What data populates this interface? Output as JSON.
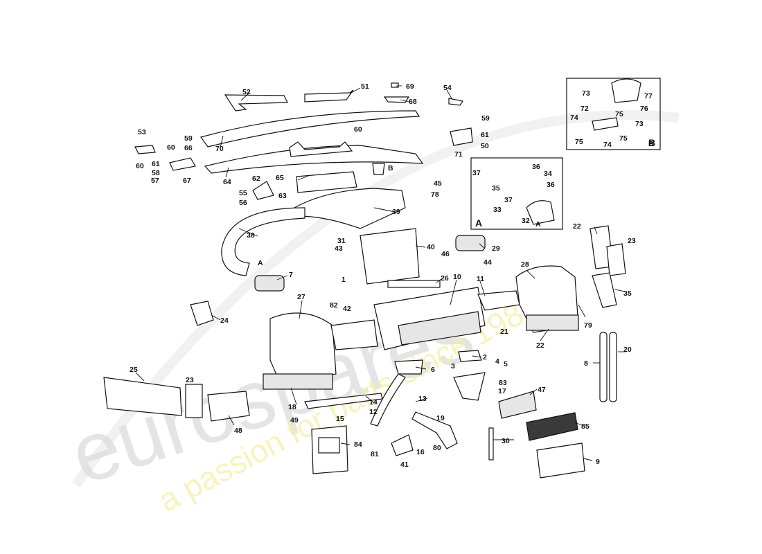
{
  "watermark": {
    "brand": "eurospares",
    "tagline": "a passion for parts since 1985"
  },
  "insets": [
    {
      "id": "A",
      "label": "A"
    },
    {
      "id": "B",
      "label": "B"
    }
  ],
  "callouts": [
    "52",
    "51",
    "69",
    "54",
    "68",
    "59",
    "53",
    "59",
    "60",
    "66",
    "60",
    "61",
    "57",
    "67",
    "70",
    "60",
    "61",
    "58",
    "50",
    "71",
    "64",
    "65",
    "62",
    "63",
    "B",
    "55",
    "56",
    "45",
    "78",
    "38",
    "39",
    "31",
    "43",
    "40",
    "29",
    "46",
    "44",
    "A",
    "7",
    "1",
    "26",
    "10",
    "11",
    "28",
    "27",
    "82",
    "42",
    "79",
    "24",
    "21",
    "22",
    "25",
    "23",
    "18",
    "48",
    "49",
    "2",
    "6",
    "3",
    "4",
    "5",
    "83",
    "17",
    "13",
    "14",
    "12",
    "15",
    "19",
    "84",
    "81",
    "16",
    "80",
    "41",
    "30",
    "47",
    "85",
    "9",
    "8",
    "20",
    "22",
    "23",
    "35",
    "37",
    "36",
    "34",
    "35",
    "36",
    "37",
    "33",
    "32",
    "A",
    "73",
    "77",
    "72",
    "75",
    "76",
    "74",
    "73",
    "75",
    "74",
    "75",
    "B"
  ],
  "colors": {
    "line": "#111111",
    "watermark_grey": "#dcdcdc",
    "watermark_yellow": "#f3f0a8"
  }
}
